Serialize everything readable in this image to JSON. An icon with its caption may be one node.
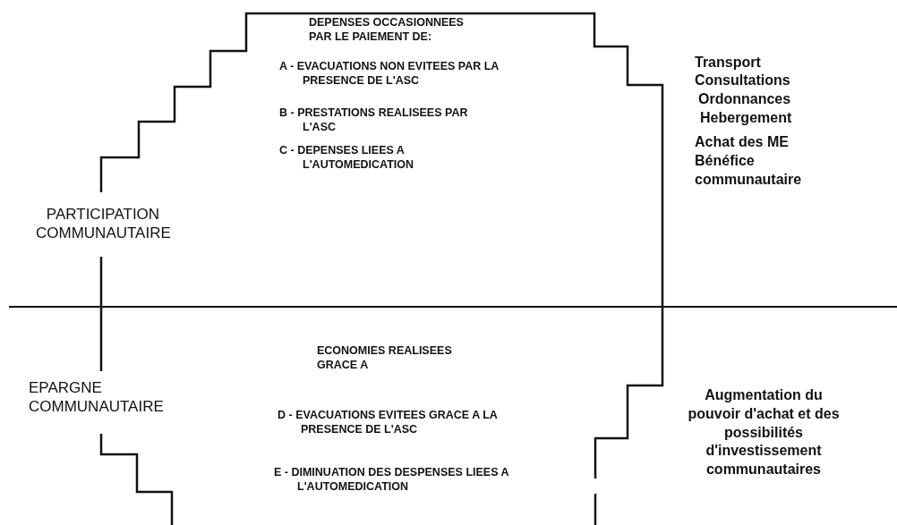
{
  "diagram": {
    "labels": [
      "DEPENSES OCCASIONNEES PAR LE PAIEMENT DE:",
      "Transport",
      "Consultations",
      "A - EVACUATIONS NON EVITEES PAR LA PRESENCE DE L'ASC",
      "Ordonnances",
      "Hebergement",
      "B - PRESTATIONS REALISEES PAR L'ASC",
      "Achat des ME",
      "PARTICIPATION COMMUNAUTAIRE",
      "C - DEPENSES LIEES A L'AUTOMEDICATION",
      "Bénéfice communautaire",
      "ECONOMIES REALISEES GRACE A",
      "EPARGNE COMMUNAUTAIRE",
      "Augmentation du pouvoir d'achat et des possibilités d'investissement communautaires",
      "D - EVACUATIONS EVITEES GRACE A LA PRESENCE DE L'ASC",
      "E - DIMINUATION DES DESPENSES LIEES A L'AUTOMEDICATION"
    ]
  }
}
